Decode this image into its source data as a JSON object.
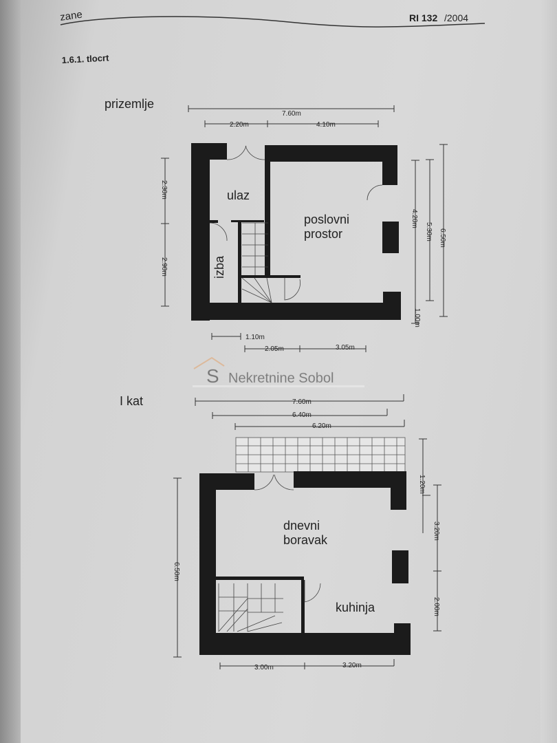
{
  "header": {
    "left": "zane",
    "right_bold": "RI 132",
    "right_rest": "/2004"
  },
  "section_title": "1.6.1. tlocrt",
  "watermark": "Nekretnine Sobol",
  "ground_floor": {
    "title": "prizemlje",
    "rooms": {
      "entrance": "ulaz",
      "storage": "izba",
      "office_1": "poslovni",
      "office_2": "prostor"
    },
    "dims": {
      "top_total": "7.60m",
      "top_left": "2.20m",
      "top_right": "4.10m",
      "left_upper": "2.30m",
      "left_lower": "2.90m",
      "right_a": "4.20m",
      "right_b": "5.30m",
      "right_c": "6.50m",
      "right_d": "1.00m",
      "bottom_a": "1.10m",
      "bottom_b": "2.05m",
      "bottom_c": "3.05m"
    }
  },
  "first_floor": {
    "title": "I kat",
    "rooms": {
      "living_1": "dnevni",
      "living_2": "boravak",
      "kitchen": "kuhinja"
    },
    "dims": {
      "top_a": "7.60m",
      "top_b": "6.40m",
      "top_c": "6.20m",
      "right_a": "1.20m",
      "right_b": "3.20m",
      "right_c": "2.00m",
      "left": "6.50m",
      "bottom_a": "3.00m",
      "bottom_b": "3.20m"
    }
  }
}
